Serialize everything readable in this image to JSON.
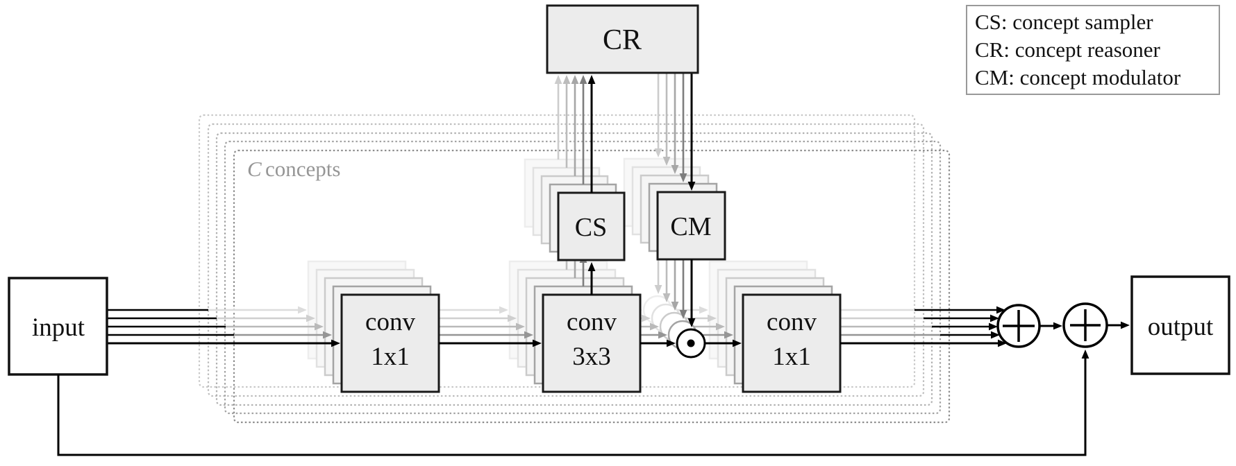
{
  "figure": {
    "title": "concept-bottleneck residual block diagram",
    "legend": {
      "items": [
        "CS: concept sampler",
        "CR: concept reasoner",
        "CM: concept modulator"
      ]
    },
    "concepts_label": {
      "symbol": "C",
      "text": "concepts"
    },
    "nodes": {
      "input": "input",
      "output": "output",
      "cr": "CR",
      "cs": "CS",
      "cm": "CM",
      "conv1x1_a": {
        "line1": "conv",
        "line2": "1x1"
      },
      "conv3x3": {
        "line1": "conv",
        "line2": "3x3"
      },
      "conv1x1_b": {
        "line1": "conv",
        "line2": "1x1"
      }
    },
    "icons": {
      "elementwise_product": "circled-dot-product-icon",
      "sum_concepts": "circled-plus-sum-icon",
      "sum_residual": "circled-plus-sum-icon"
    },
    "colors": {
      "block_fill": "#ececec",
      "block_border": "#1a1a1a",
      "dashed_front": "#8d8d8d",
      "layer_gray_light": "#dcdcdc",
      "layer_gray_mid": "#959595",
      "concepts_label_gray": "#969696",
      "legend_border": "#999999"
    }
  }
}
